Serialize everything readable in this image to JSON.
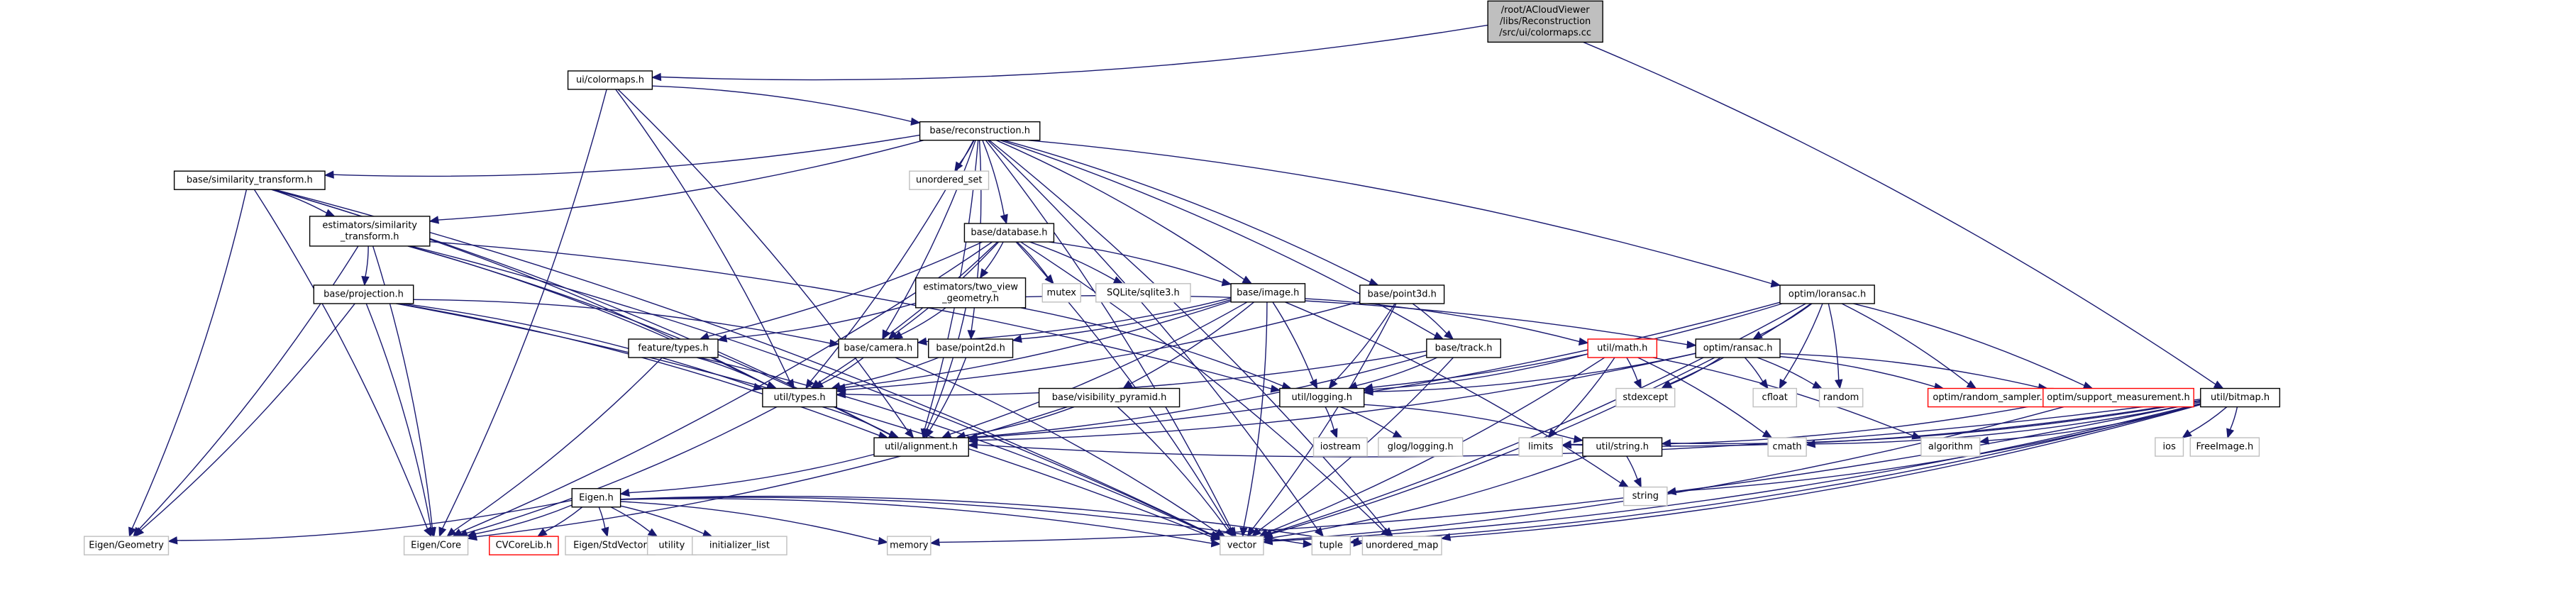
{
  "graph": {
    "title": "Include dependency graph for colormaps.cc",
    "root": "/root/ACloudViewer/libs/Reconstruction/src/ui/colormaps.cc",
    "nodes": [
      {
        "id": "root",
        "label": [
          "/root/ACloudViewer",
          "/libs/Reconstruction",
          "/src/ui/colormaps.cc"
        ],
        "kind": "root"
      },
      {
        "id": "ui_colormaps",
        "label": [
          "ui/colormaps.h"
        ],
        "kind": "doc"
      },
      {
        "id": "base_reconstruction",
        "label": [
          "base/reconstruction.h"
        ],
        "kind": "doc"
      },
      {
        "id": "base_similarity_transform",
        "label": [
          "base/similarity_transform.h"
        ],
        "kind": "doc"
      },
      {
        "id": "unordered_set",
        "label": [
          "unordered_set"
        ],
        "kind": "sys"
      },
      {
        "id": "estimators_similarity_transform",
        "label": [
          "estimators/similarity",
          "_transform.h"
        ],
        "kind": "doc"
      },
      {
        "id": "base_database",
        "label": [
          "base/database.h"
        ],
        "kind": "doc"
      },
      {
        "id": "base_projection",
        "label": [
          "base/projection.h"
        ],
        "kind": "doc"
      },
      {
        "id": "estimators_two_view",
        "label": [
          "estimators/two_view",
          "_geometry.h"
        ],
        "kind": "doc"
      },
      {
        "id": "mutex",
        "label": [
          "mutex"
        ],
        "kind": "sys"
      },
      {
        "id": "sqlite3",
        "label": [
          "SQLite/sqlite3.h"
        ],
        "kind": "sys"
      },
      {
        "id": "base_image",
        "label": [
          "base/image.h"
        ],
        "kind": "doc"
      },
      {
        "id": "base_point3d",
        "label": [
          "base/point3d.h"
        ],
        "kind": "doc"
      },
      {
        "id": "optim_loransac",
        "label": [
          "optim/loransac.h"
        ],
        "kind": "doc"
      },
      {
        "id": "feature_types",
        "label": [
          "feature/types.h"
        ],
        "kind": "doc"
      },
      {
        "id": "base_camera",
        "label": [
          "base/camera.h"
        ],
        "kind": "doc"
      },
      {
        "id": "base_point2d",
        "label": [
          "base/point2d.h"
        ],
        "kind": "doc"
      },
      {
        "id": "base_track",
        "label": [
          "base/track.h"
        ],
        "kind": "doc"
      },
      {
        "id": "util_math",
        "label": [
          "util/math.h"
        ],
        "kind": "missing"
      },
      {
        "id": "optim_ransac",
        "label": [
          "optim/ransac.h"
        ],
        "kind": "doc"
      },
      {
        "id": "util_types",
        "label": [
          "util/types.h"
        ],
        "kind": "doc"
      },
      {
        "id": "base_visibility_pyramid",
        "label": [
          "base/visibility_pyramid.h"
        ],
        "kind": "doc"
      },
      {
        "id": "util_logging",
        "label": [
          "util/logging.h"
        ],
        "kind": "doc"
      },
      {
        "id": "stdexcept",
        "label": [
          "stdexcept"
        ],
        "kind": "sys"
      },
      {
        "id": "cfloat",
        "label": [
          "cfloat"
        ],
        "kind": "sys"
      },
      {
        "id": "random",
        "label": [
          "random"
        ],
        "kind": "sys"
      },
      {
        "id": "optim_random_sampler",
        "label": [
          "optim/random_sampler.h"
        ],
        "kind": "missing"
      },
      {
        "id": "optim_support_measurement",
        "label": [
          "optim/support_measurement.h"
        ],
        "kind": "missing"
      },
      {
        "id": "util_bitmap",
        "label": [
          "util/bitmap.h"
        ],
        "kind": "doc"
      },
      {
        "id": "util_alignment",
        "label": [
          "util/alignment.h"
        ],
        "kind": "doc"
      },
      {
        "id": "iostream",
        "label": [
          "iostream"
        ],
        "kind": "sys"
      },
      {
        "id": "glog_logging",
        "label": [
          "glog/logging.h"
        ],
        "kind": "sys"
      },
      {
        "id": "limits",
        "label": [
          "limits"
        ],
        "kind": "sys"
      },
      {
        "id": "util_string",
        "label": [
          "util/string.h"
        ],
        "kind": "doc"
      },
      {
        "id": "cmath",
        "label": [
          "cmath"
        ],
        "kind": "sys"
      },
      {
        "id": "algorithm",
        "label": [
          "algorithm"
        ],
        "kind": "sys"
      },
      {
        "id": "ios",
        "label": [
          "ios"
        ],
        "kind": "sys"
      },
      {
        "id": "freeimage",
        "label": [
          "FreeImage.h"
        ],
        "kind": "sys"
      },
      {
        "id": "eigen_h",
        "label": [
          "Eigen.h"
        ],
        "kind": "doc"
      },
      {
        "id": "string",
        "label": [
          "string"
        ],
        "kind": "sys"
      },
      {
        "id": "eigen_geometry",
        "label": [
          "Eigen/Geometry"
        ],
        "kind": "sys"
      },
      {
        "id": "eigen_core",
        "label": [
          "Eigen/Core"
        ],
        "kind": "sys"
      },
      {
        "id": "cvcorelib",
        "label": [
          "CVCoreLib.h"
        ],
        "kind": "missing"
      },
      {
        "id": "eigen_stdvector",
        "label": [
          "Eigen/StdVector"
        ],
        "kind": "sys"
      },
      {
        "id": "utility",
        "label": [
          "utility"
        ],
        "kind": "sys"
      },
      {
        "id": "initializer_list",
        "label": [
          "initializer_list"
        ],
        "kind": "sys"
      },
      {
        "id": "memory",
        "label": [
          "memory"
        ],
        "kind": "sys"
      },
      {
        "id": "vector",
        "label": [
          "vector"
        ],
        "kind": "sys"
      },
      {
        "id": "tuple",
        "label": [
          "tuple"
        ],
        "kind": "sys"
      },
      {
        "id": "unordered_map",
        "label": [
          "unordered_map"
        ],
        "kind": "sys"
      }
    ],
    "edges": [
      [
        "root",
        "ui_colormaps"
      ],
      [
        "root",
        "util_bitmap"
      ],
      [
        "ui_colormaps",
        "base_reconstruction"
      ],
      [
        "ui_colormaps",
        "util_types"
      ],
      [
        "ui_colormaps",
        "util_alignment"
      ],
      [
        "ui_colormaps",
        "eigen_core"
      ],
      [
        "base_reconstruction",
        "base_similarity_transform"
      ],
      [
        "base_reconstruction",
        "unordered_set"
      ],
      [
        "base_reconstruction",
        "estimators_similarity_transform"
      ],
      [
        "base_reconstruction",
        "base_database"
      ],
      [
        "base_reconstruction",
        "base_image"
      ],
      [
        "base_reconstruction",
        "base_point3d"
      ],
      [
        "base_reconstruction",
        "optim_loransac"
      ],
      [
        "base_reconstruction",
        "base_camera"
      ],
      [
        "base_reconstruction",
        "base_point2d"
      ],
      [
        "base_reconstruction",
        "base_track"
      ],
      [
        "base_reconstruction",
        "util_types"
      ],
      [
        "base_reconstruction",
        "util_alignment"
      ],
      [
        "base_reconstruction",
        "vector"
      ],
      [
        "base_reconstruction",
        "tuple"
      ],
      [
        "base_reconstruction",
        "unordered_map"
      ],
      [
        "base_similarity_transform",
        "estimators_similarity_transform"
      ],
      [
        "base_similarity_transform",
        "eigen_geometry"
      ],
      [
        "base_similarity_transform",
        "eigen_core"
      ],
      [
        "base_similarity_transform",
        "util_alignment"
      ],
      [
        "base_similarity_transform",
        "util_types"
      ],
      [
        "base_similarity_transform",
        "vector"
      ],
      [
        "estimators_similarity_transform",
        "base_projection"
      ],
      [
        "estimators_similarity_transform",
        "eigen_geometry"
      ],
      [
        "estimators_similarity_transform",
        "eigen_core"
      ],
      [
        "estimators_similarity_transform",
        "util_alignment"
      ],
      [
        "estimators_similarity_transform",
        "util_types"
      ],
      [
        "estimators_similarity_transform",
        "util_logging"
      ],
      [
        "estimators_similarity_transform",
        "vector"
      ],
      [
        "base_projection",
        "base_camera"
      ],
      [
        "base_projection",
        "eigen_geometry"
      ],
      [
        "base_projection",
        "eigen_core"
      ],
      [
        "base_projection",
        "util_alignment"
      ],
      [
        "base_projection",
        "util_types"
      ],
      [
        "base_projection",
        "vector"
      ],
      [
        "base_database",
        "estimators_two_view"
      ],
      [
        "base_database",
        "mutex"
      ],
      [
        "base_database",
        "sqlite3"
      ],
      [
        "base_database",
        "base_image"
      ],
      [
        "base_database",
        "feature_types"
      ],
      [
        "base_database",
        "base_camera"
      ],
      [
        "base_database",
        "util_types"
      ],
      [
        "base_database",
        "eigen_core"
      ],
      [
        "base_database",
        "vector"
      ],
      [
        "base_database",
        "unordered_map"
      ],
      [
        "estimators_two_view",
        "base_camera"
      ],
      [
        "estimators_two_view",
        "feature_types"
      ],
      [
        "estimators_two_view",
        "optim_ransac"
      ],
      [
        "estimators_two_view",
        "util_logging"
      ],
      [
        "estimators_two_view",
        "util_alignment"
      ],
      [
        "base_image",
        "base_camera"
      ],
      [
        "base_image",
        "base_point2d"
      ],
      [
        "base_image",
        "base_visibility_pyramid"
      ],
      [
        "base_image",
        "util_math"
      ],
      [
        "base_image",
        "util_logging"
      ],
      [
        "base_image",
        "util_types"
      ],
      [
        "base_image",
        "util_alignment"
      ],
      [
        "base_image",
        "string"
      ],
      [
        "base_image",
        "vector"
      ],
      [
        "base_point3d",
        "base_track"
      ],
      [
        "base_point3d",
        "util_logging"
      ],
      [
        "base_point3d",
        "util_types"
      ],
      [
        "base_point3d",
        "vector"
      ],
      [
        "optim_loransac",
        "optim_ransac"
      ],
      [
        "optim_loransac",
        "stdexcept"
      ],
      [
        "optim_loransac",
        "cfloat"
      ],
      [
        "optim_loransac",
        "random"
      ],
      [
        "optim_loransac",
        "optim_random_sampler"
      ],
      [
        "optim_loransac",
        "optim_support_measurement"
      ],
      [
        "optim_loransac",
        "util_logging"
      ],
      [
        "optim_loransac",
        "util_alignment"
      ],
      [
        "optim_loransac",
        "vector"
      ],
      [
        "feature_types",
        "util_types"
      ],
      [
        "feature_types",
        "eigen_core"
      ],
      [
        "feature_types",
        "vector"
      ],
      [
        "base_camera",
        "util_types"
      ],
      [
        "base_camera",
        "vector"
      ],
      [
        "base_point2d",
        "util_types"
      ],
      [
        "base_point2d",
        "util_alignment"
      ],
      [
        "base_track",
        "util_logging"
      ],
      [
        "base_track",
        "util_types"
      ],
      [
        "base_track",
        "util_alignment"
      ],
      [
        "base_track",
        "vector"
      ],
      [
        "util_math",
        "stdexcept"
      ],
      [
        "util_math",
        "limits"
      ],
      [
        "util_math",
        "cmath"
      ],
      [
        "util_math",
        "algorithm"
      ],
      [
        "util_math",
        "util_logging"
      ],
      [
        "util_math",
        "vector"
      ],
      [
        "optim_ransac",
        "stdexcept"
      ],
      [
        "optim_ransac",
        "cfloat"
      ],
      [
        "optim_ransac",
        "random"
      ],
      [
        "optim_ransac",
        "optim_random_sampler"
      ],
      [
        "optim_ransac",
        "optim_support_measurement"
      ],
      [
        "optim_ransac",
        "util_logging"
      ],
      [
        "optim_ransac",
        "util_alignment"
      ],
      [
        "optim_ransac",
        "vector"
      ],
      [
        "util_types",
        "util_alignment"
      ],
      [
        "util_types",
        "eigen_core"
      ],
      [
        "base_visibility_pyramid",
        "util_alignment"
      ],
      [
        "base_visibility_pyramid",
        "eigen_core"
      ],
      [
        "base_visibility_pyramid",
        "vector"
      ],
      [
        "util_logging",
        "iostream"
      ],
      [
        "util_logging",
        "glog_logging"
      ],
      [
        "util_logging",
        "util_string"
      ],
      [
        "optim_support_measurement",
        "limits"
      ],
      [
        "optim_support_measurement",
        "vector"
      ],
      [
        "util_bitmap",
        "limits"
      ],
      [
        "util_bitmap",
        "util_string"
      ],
      [
        "util_bitmap",
        "cmath"
      ],
      [
        "util_bitmap",
        "algorithm"
      ],
      [
        "util_bitmap",
        "ios"
      ],
      [
        "util_bitmap",
        "freeimage"
      ],
      [
        "util_bitmap",
        "string"
      ],
      [
        "util_bitmap",
        "memory"
      ],
      [
        "util_bitmap",
        "vector"
      ],
      [
        "util_bitmap",
        "tuple"
      ],
      [
        "util_bitmap",
        "unordered_map"
      ],
      [
        "util_bitmap",
        "util_alignment"
      ],
      [
        "util_alignment",
        "eigen_h"
      ],
      [
        "util_string",
        "string"
      ],
      [
        "util_string",
        "vector"
      ],
      [
        "eigen_h",
        "eigen_geometry"
      ],
      [
        "eigen_h",
        "eigen_core"
      ],
      [
        "eigen_h",
        "cvcorelib"
      ],
      [
        "eigen_h",
        "eigen_stdvector"
      ],
      [
        "eigen_h",
        "utility"
      ],
      [
        "eigen_h",
        "initializer_list"
      ],
      [
        "eigen_h",
        "memory"
      ],
      [
        "eigen_h",
        "vector"
      ],
      [
        "eigen_h",
        "tuple"
      ],
      [
        "eigen_h",
        "unordered_map"
      ]
    ]
  }
}
